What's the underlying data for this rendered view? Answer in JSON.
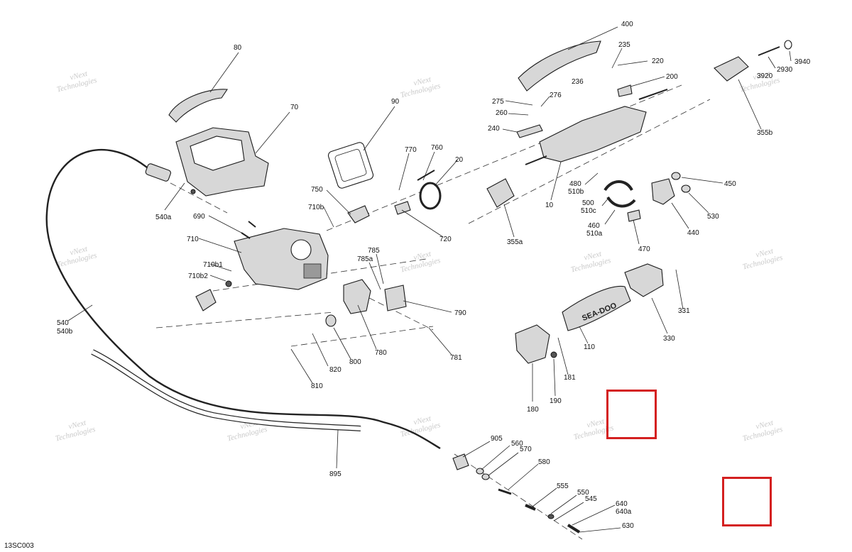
{
  "drawing_code": "13SC003",
  "watermark": {
    "line1": "vNext",
    "line2": "Technologies"
  },
  "callouts": [
    {
      "id": "c80",
      "text": "80"
    },
    {
      "id": "c70",
      "text": "70"
    },
    {
      "id": "c90",
      "text": "90"
    },
    {
      "id": "c770",
      "text": "770"
    },
    {
      "id": "c760",
      "text": "760"
    },
    {
      "id": "c20",
      "text": "20"
    },
    {
      "id": "c750",
      "text": "750"
    },
    {
      "id": "c710b",
      "text": "710b"
    },
    {
      "id": "c690",
      "text": "690"
    },
    {
      "id": "c710",
      "text": "710"
    },
    {
      "id": "c710b1",
      "text": "710b1"
    },
    {
      "id": "c710b2",
      "text": "710b2"
    },
    {
      "id": "c720",
      "text": "720"
    },
    {
      "id": "c540a",
      "text": "540a"
    },
    {
      "id": "c540",
      "text": "540"
    },
    {
      "id": "c540b",
      "text": "540b"
    },
    {
      "id": "c400",
      "text": "400"
    },
    {
      "id": "c235",
      "text": "235"
    },
    {
      "id": "c220",
      "text": "220"
    },
    {
      "id": "c236",
      "text": "236"
    },
    {
      "id": "c200",
      "text": "200"
    },
    {
      "id": "c275",
      "text": "275"
    },
    {
      "id": "c276",
      "text": "276"
    },
    {
      "id": "c260",
      "text": "260"
    },
    {
      "id": "c240",
      "text": "240"
    },
    {
      "id": "c10",
      "text": "10"
    },
    {
      "id": "c355a",
      "text": "355a"
    },
    {
      "id": "c480",
      "text": "480"
    },
    {
      "id": "c510b",
      "text": "510b"
    },
    {
      "id": "c500",
      "text": "500"
    },
    {
      "id": "c510c",
      "text": "510c"
    },
    {
      "id": "c460",
      "text": "460"
    },
    {
      "id": "c510a",
      "text": "510a"
    },
    {
      "id": "c470",
      "text": "470"
    },
    {
      "id": "c450",
      "text": "450"
    },
    {
      "id": "c530",
      "text": "530"
    },
    {
      "id": "c440",
      "text": "440"
    },
    {
      "id": "c3940",
      "text": "3940"
    },
    {
      "id": "c2930",
      "text": "2930"
    },
    {
      "id": "c3920",
      "text": "3920"
    },
    {
      "id": "c355b",
      "text": "355b"
    },
    {
      "id": "c785",
      "text": "785"
    },
    {
      "id": "c785a",
      "text": "785a"
    },
    {
      "id": "c790",
      "text": "790"
    },
    {
      "id": "c781",
      "text": "781"
    },
    {
      "id": "c780",
      "text": "780"
    },
    {
      "id": "c800",
      "text": "800"
    },
    {
      "id": "c820",
      "text": "820"
    },
    {
      "id": "c810",
      "text": "810"
    },
    {
      "id": "c331",
      "text": "331"
    },
    {
      "id": "c330",
      "text": "330"
    },
    {
      "id": "c110",
      "text": "110"
    },
    {
      "id": "c181",
      "text": "181"
    },
    {
      "id": "c190",
      "text": "190"
    },
    {
      "id": "c180",
      "text": "180"
    },
    {
      "id": "c895",
      "text": "895"
    },
    {
      "id": "c905",
      "text": "905"
    },
    {
      "id": "c560",
      "text": "560"
    },
    {
      "id": "c570",
      "text": "570"
    },
    {
      "id": "c580",
      "text": "580"
    },
    {
      "id": "c555",
      "text": "555"
    },
    {
      "id": "c550",
      "text": "550"
    },
    {
      "id": "c545",
      "text": "545"
    },
    {
      "id": "c640",
      "text": "640"
    },
    {
      "id": "c640a",
      "text": "640a"
    },
    {
      "id": "c630",
      "text": "630"
    }
  ],
  "brand_text": "SEA-DOO",
  "highlight_color": "#d42020"
}
